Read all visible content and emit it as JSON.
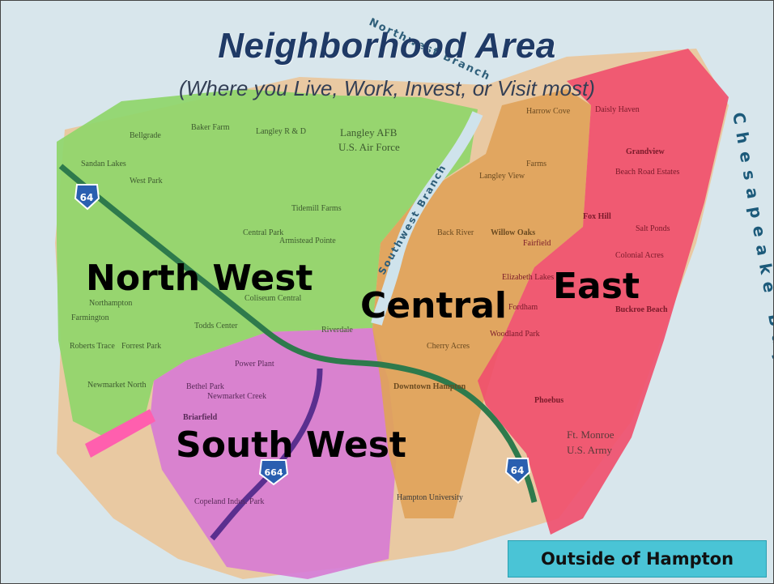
{
  "title": "Neighborhood Area",
  "subtitle": "(Where you Live, Work, Invest, or Visit most)",
  "regions": {
    "north_west": "North West",
    "central": "Central",
    "east": "East",
    "south_west": "South West"
  },
  "outside_label": "Outside of Hampton",
  "water_labels": {
    "chesapeake_bay": "Chesapeake Bay",
    "northwest_branch": "Northwest Branch",
    "southwest_branch": "Southwest Branch"
  },
  "road_shields": {
    "i64_west": "64",
    "i64_east": "64",
    "i664": "664"
  },
  "places": [
    "Bellgrade",
    "Baker Farm",
    "Langley R & D",
    "Langley AFB",
    "U.S. Air Force",
    "Sandan Lakes",
    "West Park",
    "Tidemill Farms",
    "Central Park",
    "Armistead Pointe",
    "Northampton",
    "Farmington",
    "Coliseum Central",
    "Riverdale",
    "Todds Center",
    "Roberts Trace",
    "Forrest Park",
    "Newmarket North",
    "Power Plant",
    "Bethel Park",
    "Newmarket Creek",
    "Briarfield",
    "Copeland Indus. Park",
    "Harrow Cove",
    "Daisly Haven",
    "Grandview",
    "Beach Road Estates",
    "Langley View",
    "Farms",
    "Back River",
    "Willow Oaks",
    "Fox Hill",
    "Fairfield",
    "Elizabeth Lakes",
    "Salt Ponds",
    "Colonial Acres",
    "Buckroe Beach",
    "Fordham",
    "Cherry Acres",
    "Woodland Park",
    "Downtown Hampton",
    "Phoebus",
    "Hampton University",
    "Ft. Monroe",
    "U.S. Army"
  ],
  "colors": {
    "north_west": "#8fd66a",
    "central": "#e0a35a",
    "east": "#f0506e",
    "south_west": "#d77ad4",
    "water": "#cfe3ec",
    "outside": "#4ac4d6",
    "title": "#1f3a66"
  }
}
